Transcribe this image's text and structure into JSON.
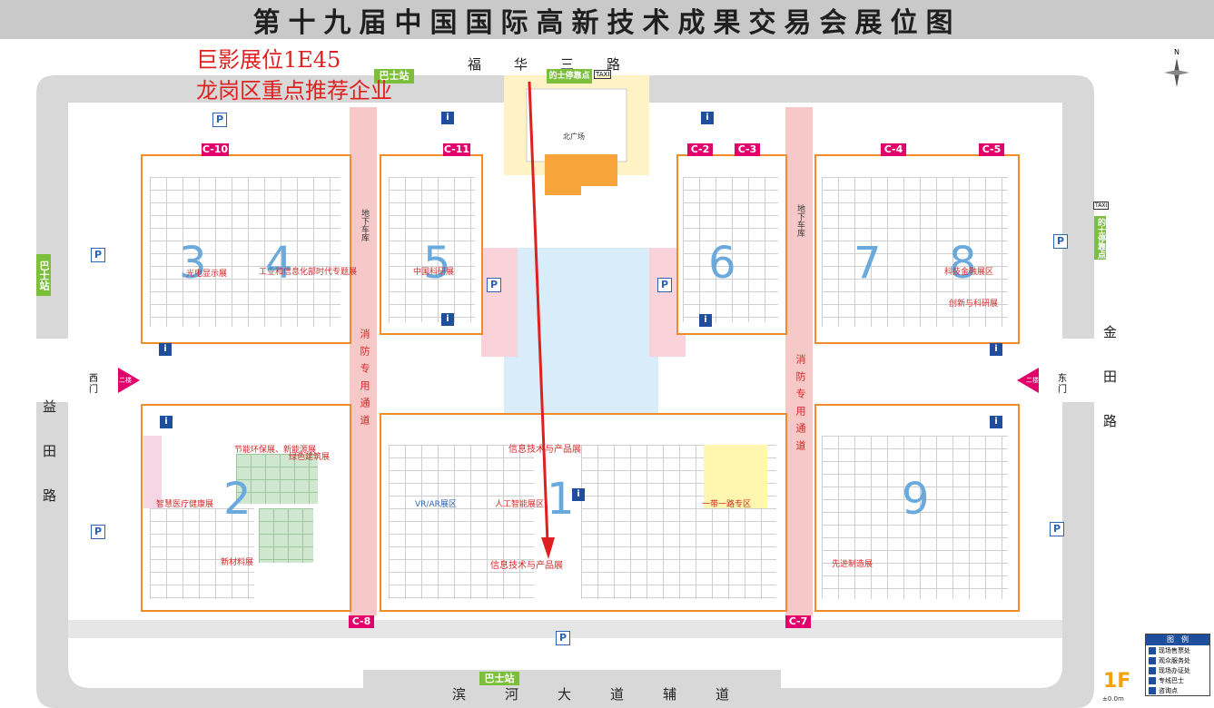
{
  "title": "第十九届中国国际高新技术成果交易会展位图",
  "annotation": {
    "line1": "巨影展位1E45",
    "line2": "龙岗区重点推荐企业",
    "arrow_color": "#e02020"
  },
  "roads": {
    "north": "福　　华　　三　　路",
    "south": "滨　河　大　道　辅　道",
    "west": "益田路",
    "east": "金田路"
  },
  "gates": {
    "west": "西门",
    "east": "东门",
    "entry_left": "二楼",
    "entry_right": "二楼"
  },
  "gate_labels": [
    "C-10",
    "C-11",
    "C-2",
    "C-3",
    "C-4",
    "C-5",
    "C-8",
    "C-7"
  ],
  "halls": [
    "3",
    "4",
    "5",
    "6",
    "7",
    "8",
    "2",
    "1",
    "9"
  ],
  "places": {
    "north_plaza": "北广场",
    "bus_stop": "巴士站",
    "taxi_stop": "的士停靠点",
    "taxi": "TAXI",
    "fire_lane": "消防专用通道",
    "underground_parking": "地下车库",
    "floor": "1F",
    "floor_elev": "±0.0m"
  },
  "zones": {
    "info_products_top": "信息技术与产品展",
    "info_products_bottom": "信息技术与产品展",
    "ai_zone": "人工智能展区",
    "vr_zone": "VR/AR展区",
    "new_materials": "新材料展",
    "smart_medical": "智慧医疗健康展",
    "energy_saving": "节能环保展、新能源展",
    "green_building": "绿色建筑展",
    "industrial_internet": "工业和信息化部时代专题展",
    "optoelectronics": "光电显示展",
    "china_tech": "中国科研展",
    "innovation": "创新与科研展",
    "belt_road": "一带一路专区",
    "advanced_mfg": "先进制造展",
    "sci_fin": "科技金融展区"
  },
  "legend": {
    "title": "图　例",
    "items": [
      "现场售票处",
      "观众服务处",
      "现场办证处",
      "专线巴士",
      "咨询点"
    ]
  },
  "colors": {
    "gate": "#e2006a",
    "hall_border": "#f08c2a",
    "hall_number": "#6aa9dc",
    "fire_lane": "#f6c8c8",
    "parking": "#2b63b5",
    "bus": "#7bbf3a"
  }
}
